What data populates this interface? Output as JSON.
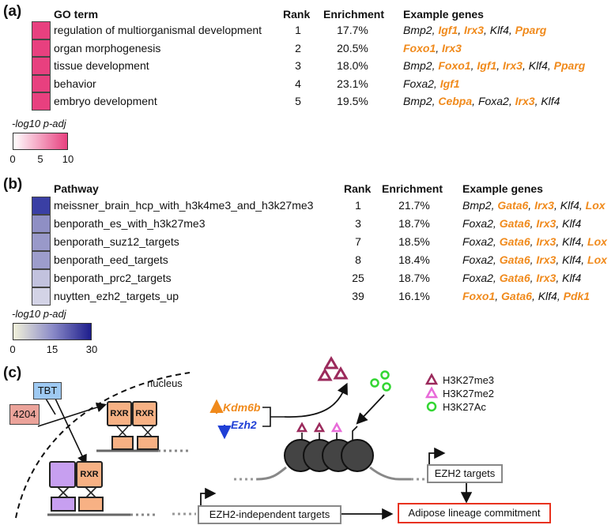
{
  "panel_a": {
    "label": "(a)",
    "headers": {
      "term": "GO term",
      "rank": "Rank",
      "enrichment": "Enrichment",
      "genes": "Example genes"
    },
    "rows": [
      {
        "term": "regulation of multiorganismal development",
        "rank": "1",
        "enrichment": "17.7%",
        "genes": [
          {
            "t": "Bmp2",
            "o": false
          },
          {
            "t": ", ",
            "s": true
          },
          {
            "t": "Igf1",
            "o": true
          },
          {
            "t": ", ",
            "s": true
          },
          {
            "t": "Irx3",
            "o": true
          },
          {
            "t": ", ",
            "s": true
          },
          {
            "t": "Klf4",
            "o": false
          },
          {
            "t": ", ",
            "s": true
          },
          {
            "t": "Pparg",
            "o": true
          }
        ],
        "color": "#e8407f"
      },
      {
        "term": "organ morphogenesis",
        "rank": "2",
        "enrichment": "20.5%",
        "genes": [
          {
            "t": "Foxo1",
            "o": true
          },
          {
            "t": ", ",
            "s": true
          },
          {
            "t": "Irx3",
            "o": true
          }
        ],
        "color": "#e8407f"
      },
      {
        "term": "tissue development",
        "rank": "3",
        "enrichment": "18.0%",
        "genes": [
          {
            "t": "Bmp2",
            "o": false
          },
          {
            "t": ", ",
            "s": true
          },
          {
            "t": "Foxo1",
            "o": true
          },
          {
            "t": ", ",
            "s": true
          },
          {
            "t": "Igf1",
            "o": true
          },
          {
            "t": ", ",
            "s": true
          },
          {
            "t": "Irx3",
            "o": true
          },
          {
            "t": ", ",
            "s": true
          },
          {
            "t": "Klf4",
            "o": false
          },
          {
            "t": ", ",
            "s": true
          },
          {
            "t": "Pparg",
            "o": true
          }
        ],
        "color": "#e8407f"
      },
      {
        "term": "behavior",
        "rank": "4",
        "enrichment": "23.1%",
        "genes": [
          {
            "t": "Foxa2",
            "o": false
          },
          {
            "t": ", ",
            "s": true
          },
          {
            "t": "Igf1",
            "o": true
          }
        ],
        "color": "#e8407f"
      },
      {
        "term": "embryo development",
        "rank": "5",
        "enrichment": "19.5%",
        "genes": [
          {
            "t": "Bmp2",
            "o": false
          },
          {
            "t": ", ",
            "s": true
          },
          {
            "t": "Cebpa",
            "o": true
          },
          {
            "t": ", ",
            "s": true
          },
          {
            "t": "Foxa2",
            "o": false
          },
          {
            "t": ", ",
            "s": true
          },
          {
            "t": "Irx3",
            "o": true
          },
          {
            "t": ", ",
            "s": true
          },
          {
            "t": "Klf4",
            "o": false
          }
        ],
        "color": "#e8407f"
      }
    ],
    "legend": {
      "title": "-log10 p-adj",
      "ticks": [
        "0",
        "5",
        "10"
      ],
      "from": "#ffffff",
      "to": "#e8407f"
    }
  },
  "panel_b": {
    "label": "(b)",
    "headers": {
      "term": "Pathway",
      "rank": "Rank",
      "enrichment": "Enrichment",
      "genes": "Example genes"
    },
    "rows": [
      {
        "term": "meissner_brain_hcp_with_h3k4me3_and_h3k27me3",
        "rank": "1",
        "enrichment": "21.7%",
        "genes": [
          {
            "t": "Bmp2",
            "o": false
          },
          {
            "t": ", ",
            "s": true
          },
          {
            "t": "Gata6",
            "o": true
          },
          {
            "t": ", ",
            "s": true
          },
          {
            "t": "Irx3",
            "o": true
          },
          {
            "t": ", ",
            "s": true
          },
          {
            "t": "Klf4",
            "o": false
          },
          {
            "t": ", ",
            "s": true
          },
          {
            "t": "Lox",
            "o": true
          }
        ],
        "color": "#3a3fa4"
      },
      {
        "term": "benporath_es_with_h3k27me3",
        "rank": "3",
        "enrichment": "18.7%",
        "genes": [
          {
            "t": "Foxa2",
            "o": false
          },
          {
            "t": ", ",
            "s": true
          },
          {
            "t": "Gata6",
            "o": true
          },
          {
            "t": ", ",
            "s": true
          },
          {
            "t": "Irx3",
            "o": true
          },
          {
            "t": ", ",
            "s": true
          },
          {
            "t": "Klf4",
            "o": false
          }
        ],
        "color": "#8f8fc4"
      },
      {
        "term": "benporath_suz12_targets",
        "rank": "7",
        "enrichment": "18.5%",
        "genes": [
          {
            "t": "Foxa2",
            "o": false
          },
          {
            "t": ", ",
            "s": true
          },
          {
            "t": "Gata6",
            "o": true
          },
          {
            "t": ", ",
            "s": true
          },
          {
            "t": "Irx3",
            "o": true
          },
          {
            "t": ", ",
            "s": true
          },
          {
            "t": "Klf4",
            "o": false
          },
          {
            "t": ", ",
            "s": true
          },
          {
            "t": "Lox",
            "o": true
          }
        ],
        "color": "#9999c9"
      },
      {
        "term": "benporath_eed_targets",
        "rank": "8",
        "enrichment": "18.4%",
        "genes": [
          {
            "t": "Foxa2",
            "o": false
          },
          {
            "t": ", ",
            "s": true
          },
          {
            "t": "Gata6",
            "o": true
          },
          {
            "t": ", ",
            "s": true
          },
          {
            "t": "Irx3",
            "o": true
          },
          {
            "t": ", ",
            "s": true
          },
          {
            "t": "Klf4",
            "o": false
          },
          {
            "t": ", ",
            "s": true
          },
          {
            "t": "Lox",
            "o": true
          }
        ],
        "color": "#9d9dcc"
      },
      {
        "term": "benporath_prc2_targets",
        "rank": "25",
        "enrichment": "18.7%",
        "genes": [
          {
            "t": "Foxa2",
            "o": false
          },
          {
            "t": ", ",
            "s": true
          },
          {
            "t": "Gata6",
            "o": true
          },
          {
            "t": ", ",
            "s": true
          },
          {
            "t": "Irx3",
            "o": true
          },
          {
            "t": ", ",
            "s": true
          },
          {
            "t": "Klf4",
            "o": false
          }
        ],
        "color": "#c2c2de"
      },
      {
        "term": "nuytten_ezh2_targets_up",
        "rank": "39",
        "enrichment": "16.1%",
        "genes": [
          {
            "t": "Foxo1",
            "o": true
          },
          {
            "t": ", ",
            "s": true
          },
          {
            "t": "Gata6",
            "o": true
          },
          {
            "t": ", ",
            "s": true
          },
          {
            "t": "Klf4",
            "o": false
          },
          {
            "t": ", ",
            "s": true
          },
          {
            "t": "Pdk1",
            "o": true
          }
        ],
        "color": "#d3d3e6"
      }
    ],
    "legend": {
      "title": "-log10 p-adj",
      "ticks": [
        "0",
        "15",
        "30"
      ],
      "from": "#f2f2da",
      "mid": "#8c8cc8",
      "to": "#1d1d8c"
    }
  },
  "panel_c": {
    "label": "(c)",
    "nucleus": "nucleus",
    "tbt": "TBT",
    "compound": "4204",
    "rxr": "RXR",
    "kdm6b": "Kdm6b",
    "ezh2": "Ezh2",
    "legend": [
      {
        "label": "H3K27me3",
        "shape": "triangle",
        "color": "#9b2a5c"
      },
      {
        "label": "H3K27me2",
        "shape": "triangle",
        "color": "#e86bd9"
      },
      {
        "label": "H3K27Ac",
        "shape": "circle",
        "color": "#33d633"
      }
    ],
    "ezh2_targets": "EZH2 targets",
    "ezh2_independent": "EZH2-independent targets",
    "adipose": "Adipose lineage commitment",
    "colors": {
      "orange_arrow": "#f08a1c",
      "blue_arrow": "#1f3fd6",
      "adipose_border": "#e8321e",
      "tbt_fill": "#9ec9f2",
      "compound_fill": "#eba39a"
    }
  }
}
